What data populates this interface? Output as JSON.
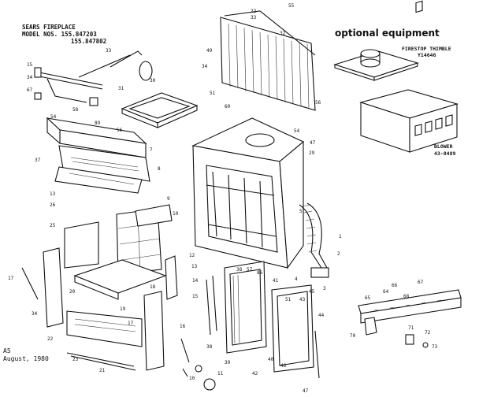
{
  "header": {
    "line1": "SEARS FIREPLACE",
    "line2": "MODEL NOS. 155.847203",
    "line3": "155.847802"
  },
  "optional": {
    "title": "optional equipment",
    "thimble_name": "FIRESTOP THIMBLE",
    "thimble_part": "Y14646",
    "blower_name": "BLOWER",
    "blower_part": "43-8489"
  },
  "footer": {
    "code": "A5",
    "date": "August, 1980"
  },
  "callouts": [
    {
      "id": "c1",
      "text": "15"
    },
    {
      "id": "c2",
      "text": "34"
    },
    {
      "id": "c3",
      "text": "67"
    },
    {
      "id": "c4",
      "text": "33"
    },
    {
      "id": "c5",
      "text": "31"
    },
    {
      "id": "c6",
      "text": "30"
    },
    {
      "id": "c7",
      "text": "22"
    },
    {
      "id": "c8",
      "text": "33"
    },
    {
      "id": "c9",
      "text": "55"
    },
    {
      "id": "c10",
      "text": "32"
    },
    {
      "id": "c11",
      "text": "49"
    },
    {
      "id": "c12",
      "text": "34"
    },
    {
      "id": "c13",
      "text": "51"
    },
    {
      "id": "c14",
      "text": "60"
    },
    {
      "id": "c15",
      "text": "56"
    },
    {
      "id": "c16",
      "text": "58"
    },
    {
      "id": "c17",
      "text": "54"
    },
    {
      "id": "c18",
      "text": "89"
    },
    {
      "id": "c19",
      "text": "56"
    },
    {
      "id": "c20",
      "text": "7"
    },
    {
      "id": "c21",
      "text": "8"
    },
    {
      "id": "c22",
      "text": "37"
    },
    {
      "id": "c23",
      "text": "54"
    },
    {
      "id": "c24",
      "text": "47"
    },
    {
      "id": "c25",
      "text": "29"
    },
    {
      "id": "c26",
      "text": "13"
    },
    {
      "id": "c27",
      "text": "26"
    },
    {
      "id": "c28",
      "text": "25"
    },
    {
      "id": "c29",
      "text": "9"
    },
    {
      "id": "c30",
      "text": "10"
    },
    {
      "id": "c31",
      "text": "12"
    },
    {
      "id": "c32",
      "text": "13"
    },
    {
      "id": "c33",
      "text": "14"
    },
    {
      "id": "c34",
      "text": "15"
    },
    {
      "id": "c35",
      "text": "17"
    },
    {
      "id": "c36",
      "text": "34"
    },
    {
      "id": "c37",
      "text": "20"
    },
    {
      "id": "c38",
      "text": "18"
    },
    {
      "id": "c39",
      "text": "17"
    },
    {
      "id": "c40",
      "text": "16"
    },
    {
      "id": "c41",
      "text": "19"
    },
    {
      "id": "c42",
      "text": "22"
    },
    {
      "id": "c43",
      "text": "23"
    },
    {
      "id": "c44",
      "text": "21"
    },
    {
      "id": "c45",
      "text": "11"
    },
    {
      "id": "c46",
      "text": "10"
    },
    {
      "id": "c47",
      "text": "1"
    },
    {
      "id": "c48",
      "text": "2"
    },
    {
      "id": "c49",
      "text": "3"
    },
    {
      "id": "c50",
      "text": "4"
    },
    {
      "id": "c51",
      "text": "5"
    },
    {
      "id": "c52",
      "text": "38"
    },
    {
      "id": "c53",
      "text": "57"
    },
    {
      "id": "c54",
      "text": "86"
    },
    {
      "id": "c55",
      "text": "38"
    },
    {
      "id": "c56",
      "text": "39"
    },
    {
      "id": "c57",
      "text": "41"
    },
    {
      "id": "c58",
      "text": "51"
    },
    {
      "id": "c59",
      "text": "43"
    },
    {
      "id": "c60",
      "text": "45"
    },
    {
      "id": "c61",
      "text": "40"
    },
    {
      "id": "c62",
      "text": "44"
    },
    {
      "id": "c63",
      "text": "46"
    },
    {
      "id": "c64",
      "text": "42"
    },
    {
      "id": "c65",
      "text": "47"
    },
    {
      "id": "c66",
      "text": "67"
    },
    {
      "id": "c67",
      "text": "66"
    },
    {
      "id": "c68",
      "text": "64"
    },
    {
      "id": "c69",
      "text": "68"
    },
    {
      "id": "c70",
      "text": "65"
    },
    {
      "id": "c71",
      "text": "70"
    },
    {
      "id": "c72",
      "text": "71"
    },
    {
      "id": "c73",
      "text": "72"
    },
    {
      "id": "c74",
      "text": "73"
    }
  ]
}
